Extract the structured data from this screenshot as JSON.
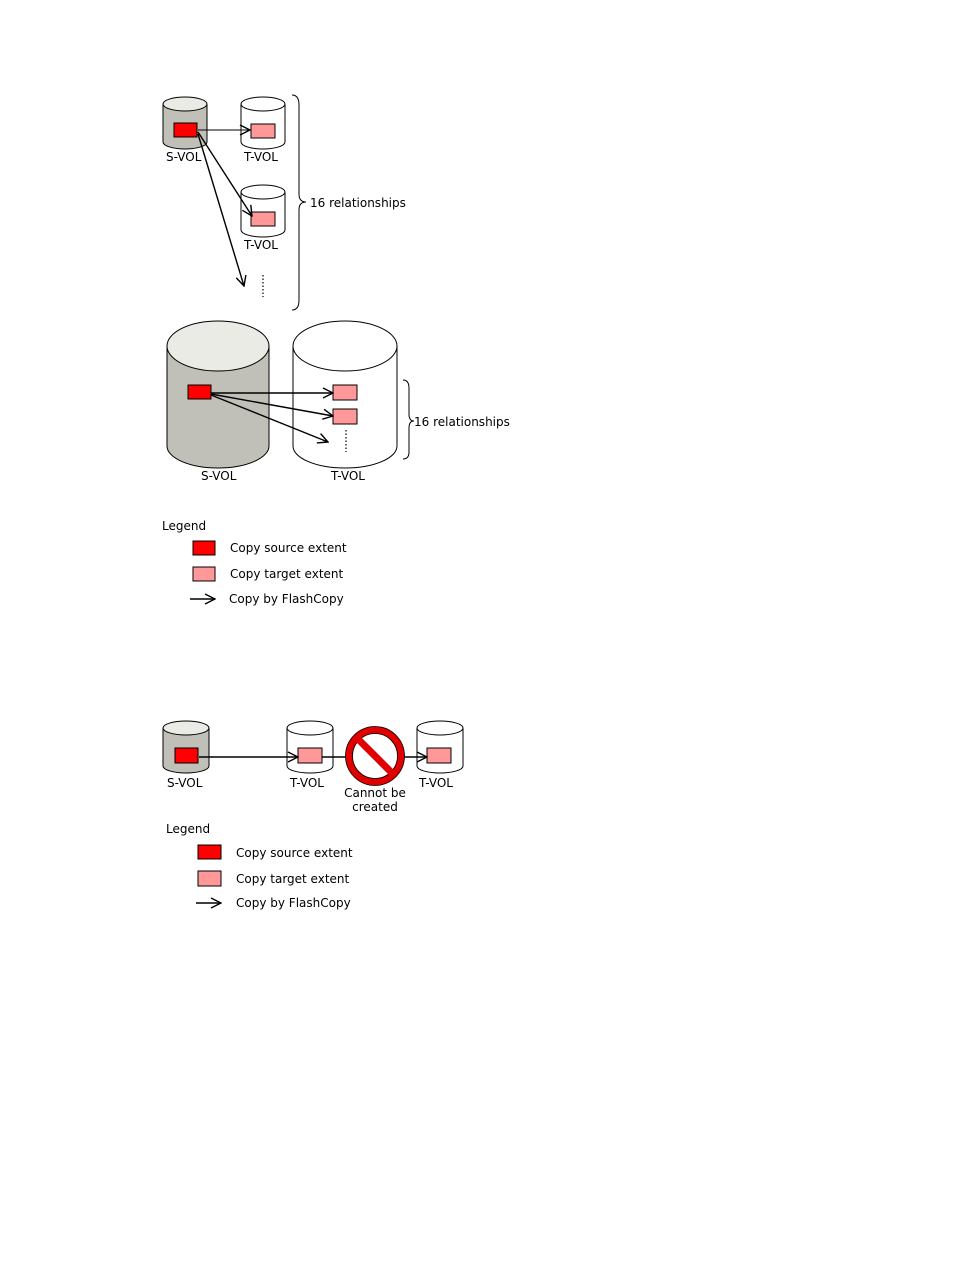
{
  "diagram1": {
    "svol_label": "S-VOL",
    "tvol1_label": "T-VOL",
    "tvol2_label": "T-VOL",
    "relationships_label": "16 relationships"
  },
  "diagram2": {
    "svol_label": "S-VOL",
    "tvol_label": "T-VOL",
    "relationships_label": "16 relationships"
  },
  "legend1": {
    "title": "Legend",
    "source_label": "Copy source extent",
    "target_label": "Copy target extent",
    "copy_label": "Copy by  FlashCopy"
  },
  "diagram3": {
    "svol_label": "S-VOL",
    "tvol1_label": "T-VOL",
    "tvol2_label": "T-VOL",
    "prohibited_line1": "Cannot be",
    "prohibited_line2": "created"
  },
  "legend2": {
    "title": "Legend",
    "source_label": "Copy source extent",
    "target_label": "Copy target extent",
    "copy_label": "Copy by  FlashCopy"
  },
  "colors": {
    "source_extent": "#ff0000",
    "target_extent": "#ff9999",
    "svol_body": "#c0c0b8",
    "svol_top": "#ebebe6",
    "prohibited": "#e00000"
  }
}
